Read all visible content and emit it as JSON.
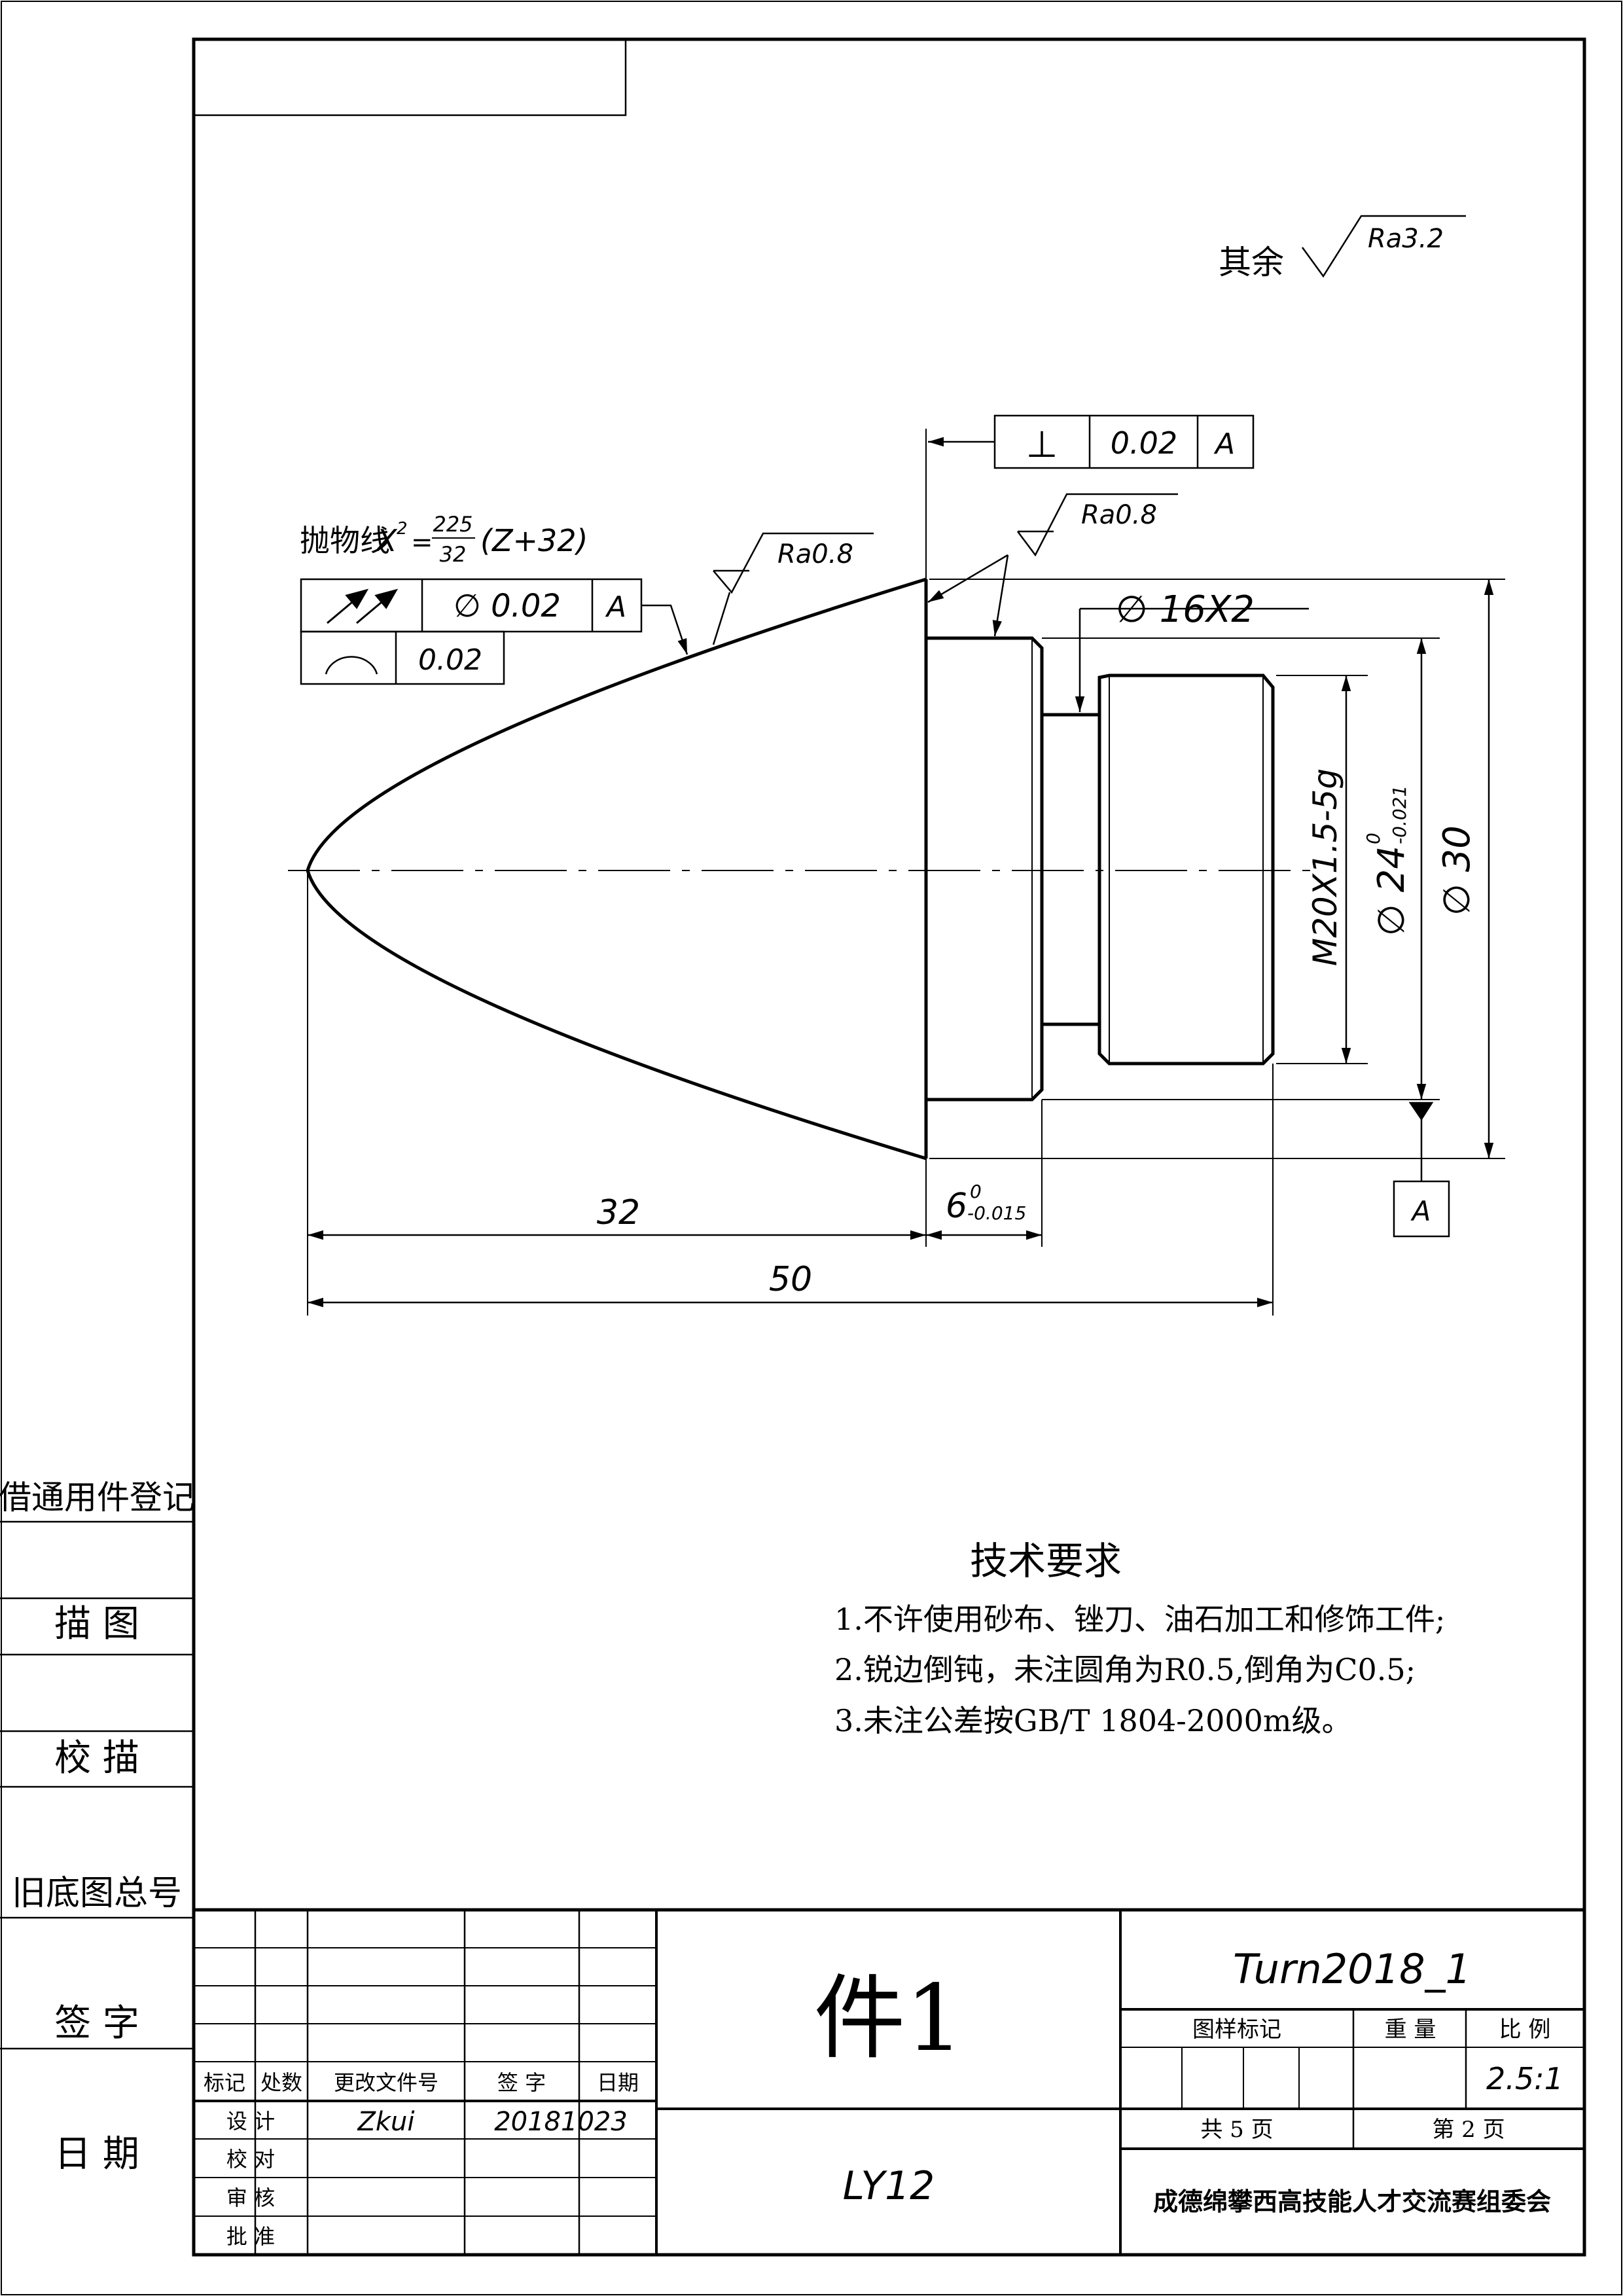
{
  "top_left_box": "",
  "roughness": {
    "general_prefix": "其余",
    "general_value": "Ra3.2",
    "parabola_value": "Ra0.8",
    "face_value": "Ra0.8"
  },
  "parabola_note": {
    "prefix": "抛物线",
    "x_var": "X",
    "x_exp": "2",
    "eq": "=",
    "numerator": "225",
    "denominator": "32",
    "rest": "(Z+32)"
  },
  "tolerances": {
    "perpendicularity": {
      "symbol": "⊥",
      "value": "0.02",
      "datum": "A"
    },
    "runout": {
      "value": "∅ 0.02",
      "datum": "A"
    },
    "profile": {
      "value": "0.02"
    }
  },
  "dimensions": {
    "groove": "∅ 16X2",
    "thread": "M20X1.5-5g",
    "d24_main": "∅ 24",
    "d24_upper": "0",
    "d24_lower": "-0.021",
    "d30": "∅ 30",
    "len32": "32",
    "len50": "50",
    "len6_main": "6",
    "len6_upper": "0",
    "len6_lower": "-0.015",
    "datum_label": "A"
  },
  "technical_requirements": {
    "title": "技术要求",
    "items": [
      "1.不许使用砂布、锉刀、油石加工和修饰工件;",
      "2.锐边倒钝，未注圆角为R0.5,倒角为C0.5;",
      "3.未注公差按GB/T 1804-2000m级。"
    ]
  },
  "left_strip": {
    "register": "借通用件登记",
    "trace": "描   图",
    "check_trace": "校   描",
    "old_number": "旧底图总号",
    "signature": "签   字",
    "date": "日   期"
  },
  "title_block": {
    "part_name": "件1",
    "material": "LY12",
    "drawing_number": "Turn2018_1",
    "headers": {
      "mark": "标记",
      "count": "处数",
      "change_doc": "更改文件号",
      "sign": "签 字",
      "date": "日期"
    },
    "roles": {
      "design": "设 计",
      "proof": "校 对",
      "review": "审 核",
      "approve": "批 准"
    },
    "designer": "Zkui",
    "design_date": "20181023",
    "sample_mark": "图样标记",
    "weight": "重  量",
    "ratio_label": "比  例",
    "ratio_value": "2.5:1",
    "total_pages": "共 5 页",
    "page_number": "第 2 页",
    "organization": "成德绵攀西高技能人才交流赛组委会"
  }
}
